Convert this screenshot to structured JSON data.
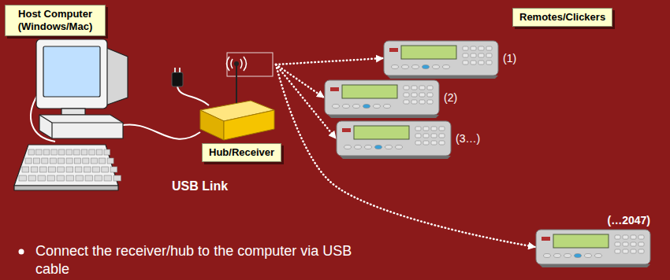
{
  "diagram": {
    "nodes": [
      {
        "text": [
          "Host Computer (Windows/Mac)"
        ]
      },
      {
        "text": [
          "Remotes/Clickers"
        ]
      },
      {
        "text": [
          "Hub/Receiver"
        ]
      },
      {
        "text": [
          "(1)"
        ]
      },
      {
        "text": [
          "(2)"
        ]
      },
      {
        "text": [
          "(3…)"
        ]
      },
      {
        "text": [
          "(…2047)"
        ]
      }
    ],
    "edges": [
      {
        "from": 2,
        "to": 3,
        "arrow": "to"
      },
      {
        "from": 2,
        "to": 4,
        "arrow": "to"
      },
      {
        "from": 2,
        "to": 5,
        "arrow": "to"
      },
      {
        "from": 2,
        "to": 6,
        "arrow": "to"
      }
    ],
    "labels": [
      "USB Link",
      "Connect the receiver/hub to the computer via USB cable"
    ]
  }
}
